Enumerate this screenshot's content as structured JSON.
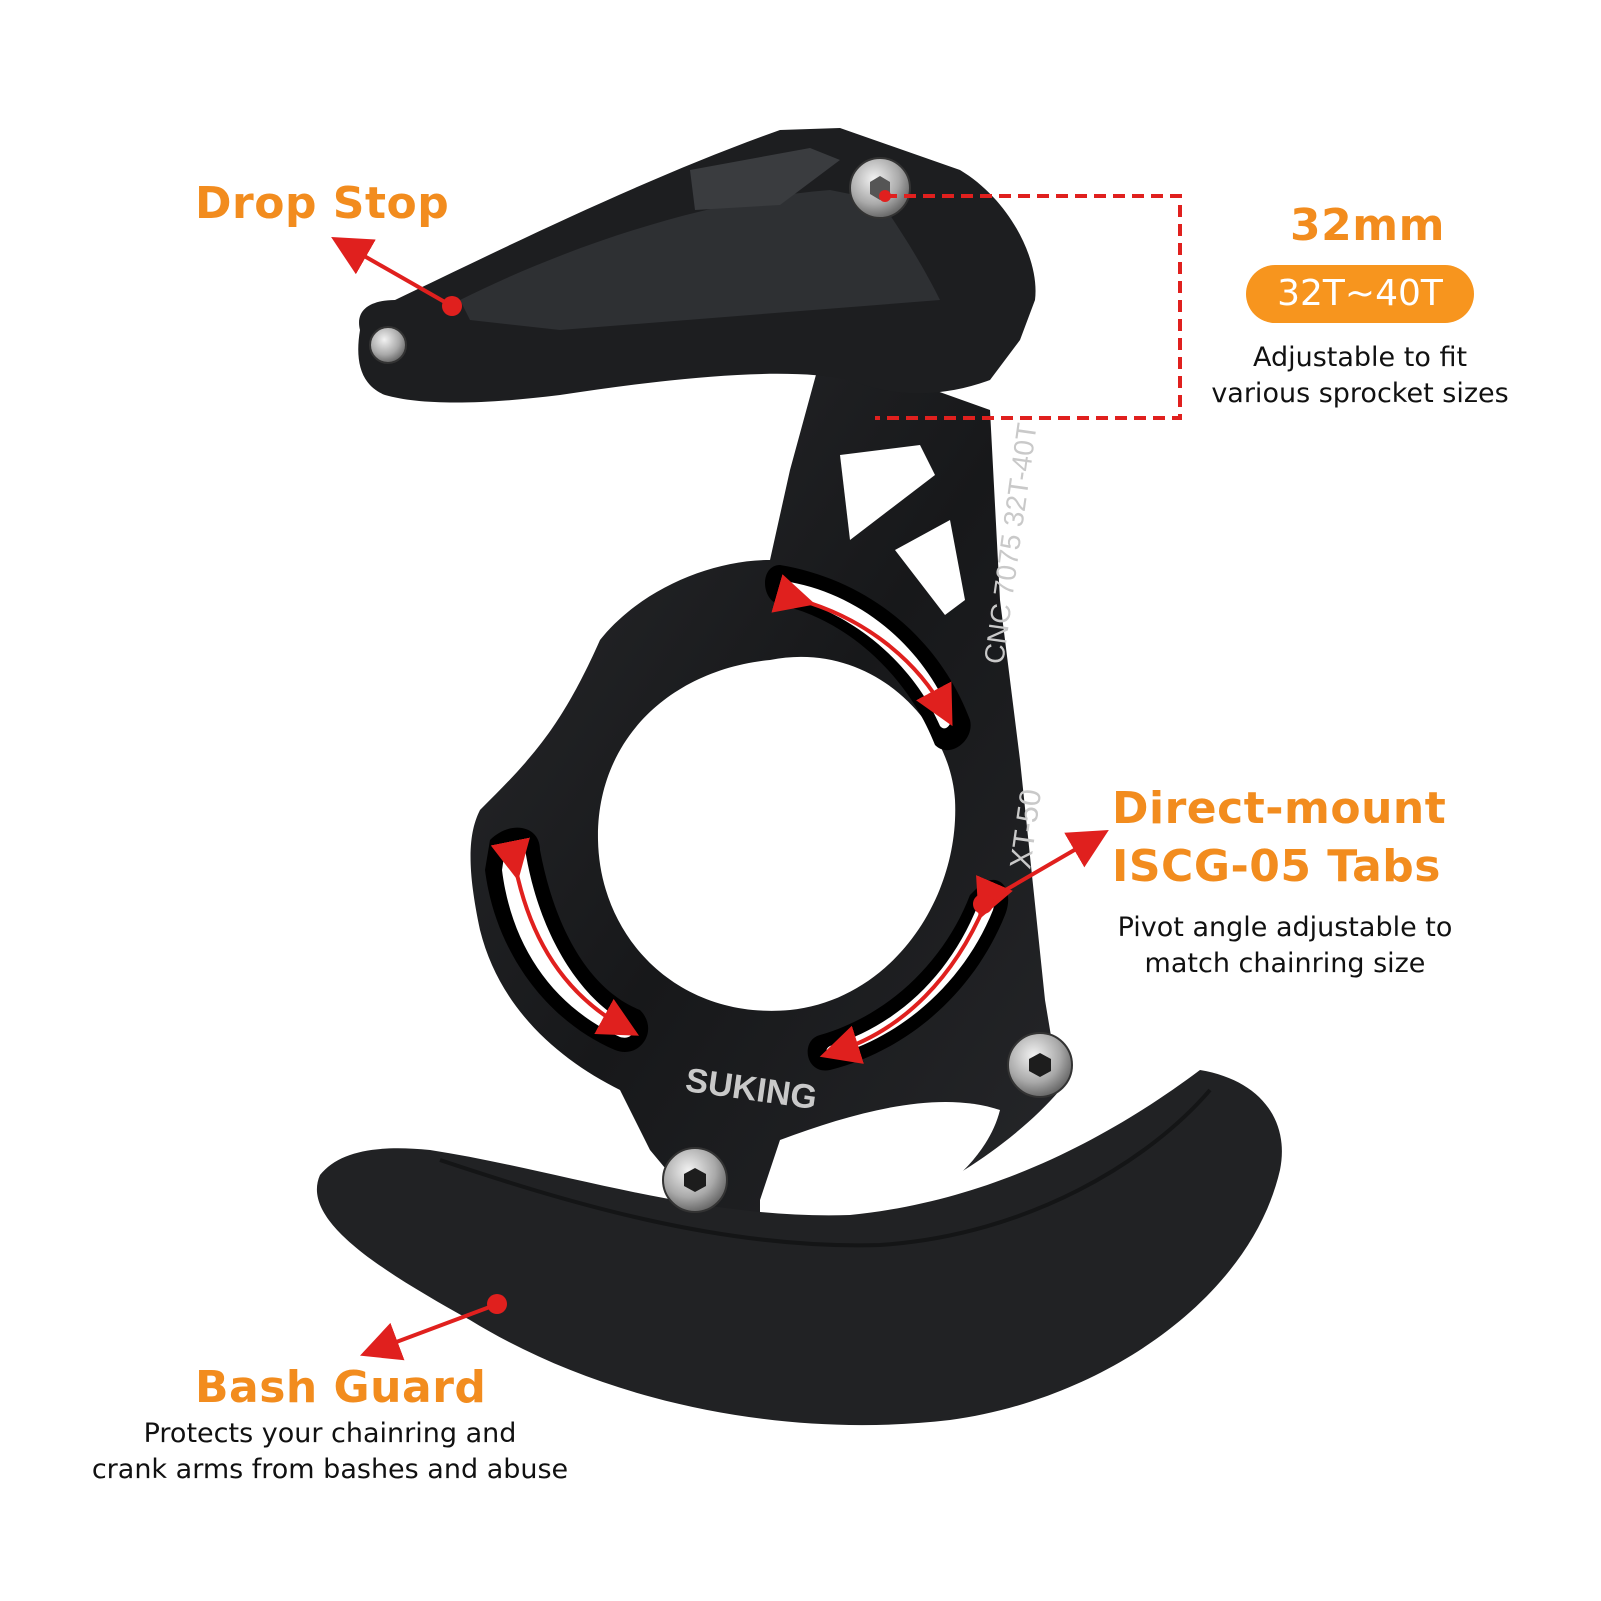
{
  "callouts": {
    "drop_stop": {
      "title": "Drop Stop"
    },
    "size": {
      "title": "32mm",
      "badge": "32T~40T",
      "desc_line1": "Adjustable to fit",
      "desc_line2": "various sprocket sizes"
    },
    "mount": {
      "title_line1": "Direct-mount",
      "title_line2": "ISCG-05 Tabs",
      "desc_line1": "Pivot angle adjustable to",
      "desc_line2": "match chainring size"
    },
    "bash_guard": {
      "title": "Bash Guard",
      "desc_line1": "Protects your chainring and",
      "desc_line2": "crank arms from bashes and abuse"
    }
  },
  "product_engravings": {
    "brand": "SUKING",
    "spec": "CNC  7075  32T-40T",
    "model": "XT-50"
  },
  "colors": {
    "accent_orange": "#F28C1E",
    "badge_orange": "#F7951E",
    "pointer_red": "#E0201E",
    "part_black": "#1b1c1e"
  }
}
